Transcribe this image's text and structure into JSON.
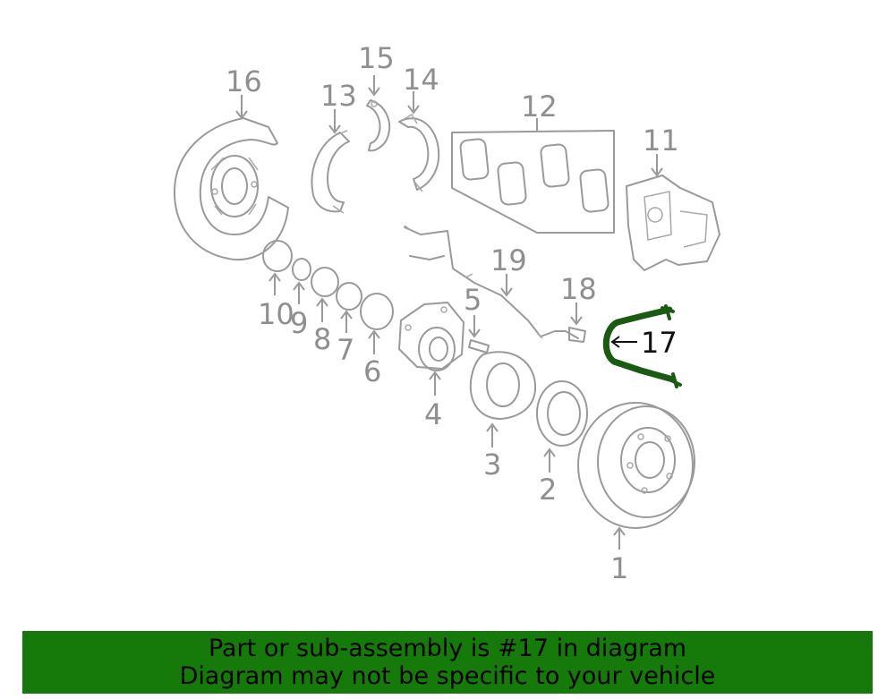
{
  "callouts": {
    "c1": "1",
    "c2": "2",
    "c3": "3",
    "c4": "4",
    "c5": "5",
    "c6": "6",
    "c7": "7",
    "c8": "8",
    "c9": "9",
    "c10": "10",
    "c11": "11",
    "c12": "12",
    "c13": "13",
    "c14": "14",
    "c15": "15",
    "c16": "16",
    "c17": "17",
    "c18": "18",
    "c19": "19"
  },
  "highlighted_part": "17",
  "colors": {
    "highlight": "#1b5a12",
    "banner": "#157a0a",
    "part_line": "#9a9a9a"
  },
  "banner": {
    "line1": "Part or sub-assembly is #17 in diagram",
    "line2": "Diagram may not be specific to your vehicle"
  }
}
